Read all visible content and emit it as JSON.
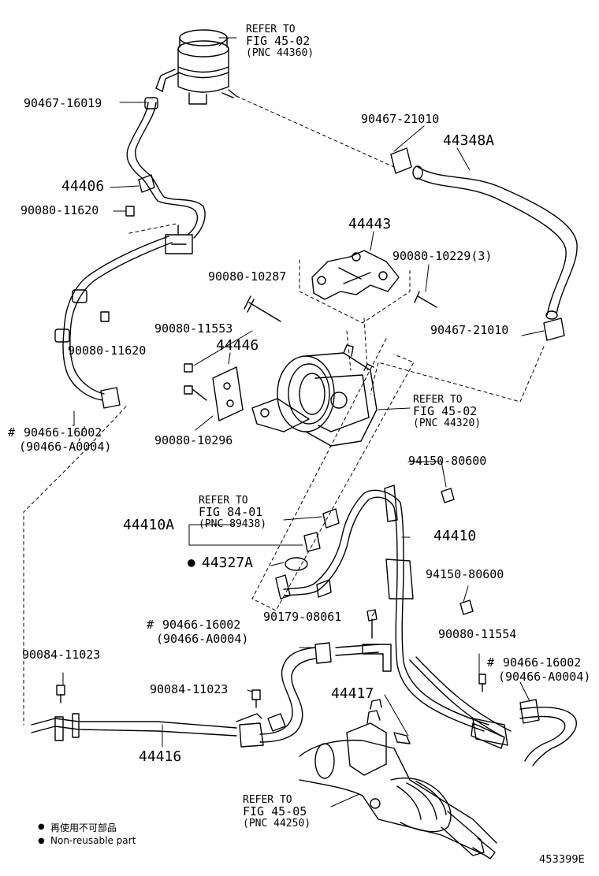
{
  "parts": {
    "p_90467_16019": "90467-16019",
    "p_90467_21010_top": "90467-21010",
    "p_44348A": "44348A",
    "p_44406": "44406",
    "p_90080_11620_a": "90080-11620",
    "p_44443": "44443",
    "p_90080_10229": "90080-10229(3)",
    "p_90080_10287": "90080-10287",
    "p_90080_11620_b": "90080-11620",
    "p_90467_21010_b": "90467-21010",
    "p_90080_11553": "90080-11553",
    "p_44446": "44446",
    "p_90466_16002_a": "90466-16002",
    "p_90466_A0004_a": "(90466-A0004)",
    "p_90080_10296": "90080-10296",
    "p_94150_80600_a": "94150-80600",
    "p_44410A": "44410A",
    "p_44410": "44410",
    "p_44327A": "44327A",
    "p_94150_80600_b": "94150-80600",
    "p_90466_16002_b": "90466-16002",
    "p_90466_A0004_b": "(90466-A0004)",
    "p_90179_08061": "90179-08061",
    "p_90084_11023_a": "90084-11023",
    "p_90080_11554": "90080-11554",
    "p_90466_16002_c": "90466-16002",
    "p_90466_A0004_c": "(90466-A0004)",
    "p_90084_11023_b": "90084-11023",
    "p_44417": "44417",
    "p_44416": "44416"
  },
  "refs": {
    "r1": {
      "line1": "REFER TO",
      "line2": "FIG 45-02",
      "line3": "(PNC 44360)"
    },
    "r2": {
      "line1": "REFER TO",
      "line2": "FIG 45-02",
      "line3": "(PNC 44320)"
    },
    "r3": {
      "line1": "REFER TO",
      "line2": "FIG 84-01",
      "line3": "(PNC 89438)"
    },
    "r4": {
      "line1": "REFER TO",
      "line2": "FIG 45-05",
      "line3": "(PNC 44250)"
    }
  },
  "markers": {
    "hash": "#",
    "dot": "●"
  },
  "legend": {
    "line_cn": "再使用不可部品",
    "line_en": "Non-reusable part"
  },
  "figure_id": "453399E"
}
